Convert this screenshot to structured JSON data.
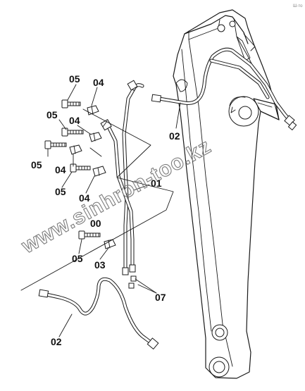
{
  "corner_mark": "Ш-то",
  "watermark": "www.sinhron-too.kz",
  "part_labels": [
    {
      "id": "05a",
      "text": "05"
    },
    {
      "id": "04a",
      "text": "04"
    },
    {
      "id": "05b",
      "text": "05"
    },
    {
      "id": "04b",
      "text": "04"
    },
    {
      "id": "05c",
      "text": "05"
    },
    {
      "id": "04c",
      "text": "04"
    },
    {
      "id": "05d",
      "text": "05"
    },
    {
      "id": "04d",
      "text": "04"
    },
    {
      "id": "01",
      "text": "01"
    },
    {
      "id": "00",
      "text": "00"
    },
    {
      "id": "05e",
      "text": "05"
    },
    {
      "id": "03",
      "text": "03"
    },
    {
      "id": "07",
      "text": "07"
    },
    {
      "id": "02a",
      "text": "02"
    },
    {
      "id": "02b",
      "text": "02"
    }
  ]
}
